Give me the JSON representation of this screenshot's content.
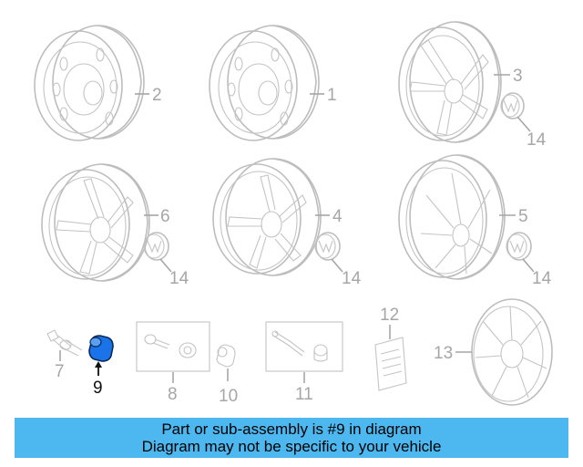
{
  "callouts": {
    "c1": "1",
    "c2": "2",
    "c3": "3",
    "c4": "4",
    "c5": "5",
    "c6": "6",
    "c7": "7",
    "c8": "8",
    "c9": "9",
    "c10": "10",
    "c11": "11",
    "c12": "12",
    "c13": "13",
    "c14a": "14",
    "c14b": "14",
    "c14c": "14",
    "c14d": "14"
  },
  "highlighted_part": "9",
  "colors": {
    "highlight": "#1a73e8",
    "banner": "#4db8f0",
    "linework": "#bdbdbd"
  },
  "banner": {
    "line1": "Part or sub-assembly is #9 in diagram",
    "line2": "Diagram may not be specific to your vehicle"
  }
}
